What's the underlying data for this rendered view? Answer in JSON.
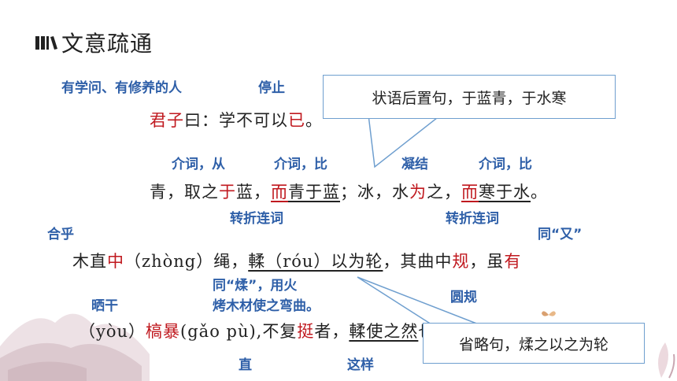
{
  "title": "文意疏通",
  "callouts": {
    "c1": "状语后置句，于蓝青，于水寒",
    "c2": "省略句，煣之以之为轮"
  },
  "annotations": {
    "a1": "有学问、有修养的人",
    "a2": "停止",
    "a3": "介词，从",
    "a4": "介词，比",
    "a5": "凝结",
    "a6": "介词，比",
    "a7": "转折连词",
    "a8": "转折连词",
    "a9": "合乎",
    "a10": "同“又”",
    "a11_1": "同“煣”，用火",
    "a11_2": "烤木材使之弯曲。",
    "a12": "圆规",
    "a13": "晒干",
    "a14": "直",
    "a15": "这样"
  },
  "sentences": {
    "s1": {
      "t1": "君子",
      "t2": "曰：学不可以",
      "t3": "已",
      "t4": "。"
    },
    "s2": {
      "t1": "青，取之",
      "t2": "于",
      "t3": "蓝，",
      "t4": "而",
      "t5": "青于蓝",
      "t6": "；冰，水",
      "t7": "为",
      "t8": "之，",
      "t9": "而",
      "t10": "寒于水",
      "t11": "。"
    },
    "s3": {
      "t1": "木直",
      "t2": "中",
      "t3": "（zhòng）绳，",
      "t4": "輮（róu）以为轮",
      "t5": "，其曲中",
      "t6": "规",
      "t7": "，虽",
      "t8": "有"
    },
    "s4": {
      "t1": "（yòu）",
      "t2": "槁暴",
      "t3": "(gǎo pù),不复",
      "t4": "挺",
      "t5": "者，",
      "t6": "輮使之然",
      "t7": "也"
    }
  },
  "colors": {
    "accent_red": "#c0191f",
    "annotation_blue": "#2e5fa8",
    "callout_border": "#6f9fcf"
  }
}
